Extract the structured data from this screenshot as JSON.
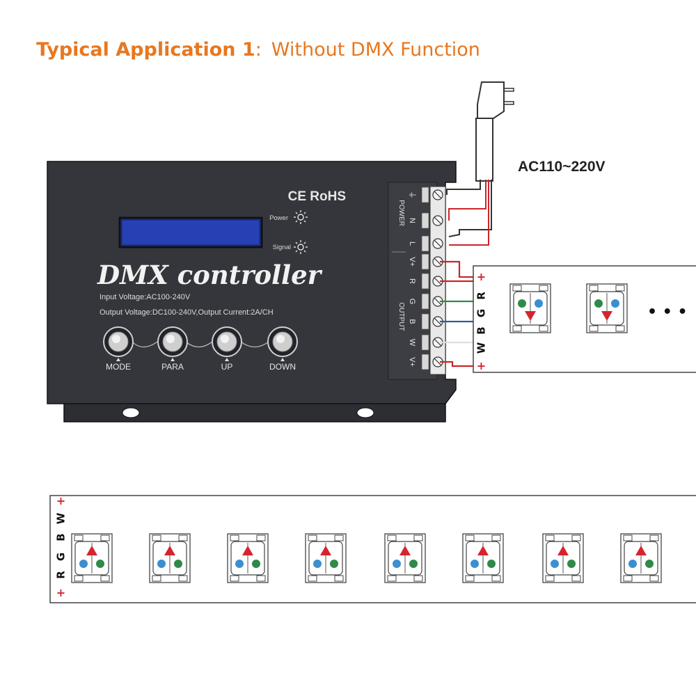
{
  "heading": {
    "bold": "Typical Application 1",
    "separator": ":",
    "rest": "Without DMX Function",
    "color": "#e8771f"
  },
  "power_label": "AC110~220V",
  "controller": {
    "marks": "CE  RoHS",
    "title": "DMX controller",
    "input_spec": "Input Voltage:AC100-240V",
    "output_spec": "Output Voltage:DC100-240V,Output Current:2A/CH",
    "power_led_label": "Power",
    "signal_led_label": "Signal",
    "buttons": [
      "MODE",
      "PARA",
      "UP",
      "DOWN"
    ],
    "power_group_label": "POWER",
    "output_group_label": "OUTPUT",
    "power_terminals": [
      "⏚",
      "N",
      "L"
    ],
    "output_terminals": [
      "V+",
      "R",
      "G",
      "B",
      "W",
      "V+"
    ],
    "body_color": "#34363b"
  },
  "strip_top": {
    "pins": [
      "+",
      "R",
      "G",
      "B",
      "W",
      "+"
    ],
    "ellipsis": "• • •"
  },
  "strip_bottom": {
    "pins": [
      "+",
      "W",
      "B",
      "G",
      "R",
      "+"
    ]
  },
  "wire_colors": {
    "red": "#c8262b",
    "green": "#2f8a4a",
    "blue": "#2e5f8f",
    "white": "#dddddd",
    "black": "#333333"
  }
}
